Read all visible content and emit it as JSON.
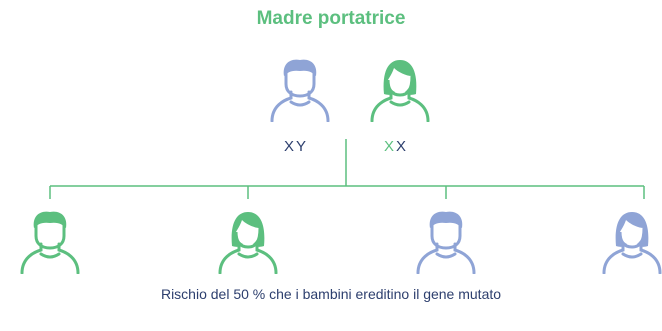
{
  "title": "Madre portatrice",
  "parents": [
    {
      "gender": "male",
      "icon": "father-icon",
      "color": "#8fa4d6",
      "genotype": [
        {
          "letter": "X",
          "color": "#2d3f6e"
        },
        {
          "letter": "Y",
          "color": "#2d3f6e"
        }
      ]
    },
    {
      "gender": "female",
      "icon": "mother-icon",
      "color": "#5cbf7f",
      "genotype": [
        {
          "letter": "X",
          "color": "#5cbf7f"
        },
        {
          "letter": "X",
          "color": "#2d3f6e"
        }
      ]
    }
  ],
  "children": [
    {
      "gender": "male",
      "icon": "son-icon",
      "color": "#5cbf7f"
    },
    {
      "gender": "female",
      "icon": "daughter-icon",
      "color": "#5cbf7f"
    },
    {
      "gender": "male",
      "icon": "son-icon",
      "color": "#8fa4d6"
    },
    {
      "gender": "female",
      "icon": "daughter-icon",
      "color": "#8fa4d6"
    }
  ],
  "caption": "Rischio del 50 % che i bambini ereditino il gene mutato",
  "colors": {
    "title": "#5cbf7f",
    "lines": "#5cbf7f",
    "text": "#2d3f6e"
  }
}
